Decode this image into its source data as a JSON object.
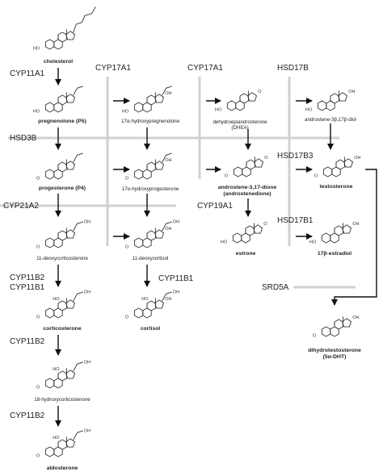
{
  "enzymes": {
    "cyp11a1": "CYP11A1",
    "cyp17a1_a": "CYP17A1",
    "cyp17a1_b": "CYP17A1",
    "hsd17b": "HSD17B",
    "hsd3b": "HSD3B",
    "hsd17b3": "HSD17B3",
    "cyp21a2": "CYP21A2",
    "cyp19a1": "CYP19A1",
    "hsd17b1": "HSD17B1",
    "cyp11b2_b1": "CYP11B2\nCYP11B1",
    "cyp11b1": "CYP11B1",
    "cyp11b2_a": "CYP11B2",
    "cyp11b2_b": "CYP11B2",
    "srd5a": "SRD5A"
  },
  "compounds": {
    "cholesterol": "cholesterol",
    "pregnenolone": "pregnenolone (P5)",
    "oh_pregnenolone": "17α-hydroxypregnenolone",
    "dhea": "dehydroepiandrosterone\n(DHEA)",
    "androstenediol": "androstene-3β,17β-diol",
    "progesterone": "progesterone (P4)",
    "oh_progesterone": "17α-hydroxyprogesterone",
    "androstenedione": "androstene-3,17-dione\n(androstenedione)",
    "testosterone": "testosterone",
    "deoxycorticosterone": "11-deoxycorticosterone",
    "deoxycortisol": "11-deoxycortisol",
    "estrone": "estrone",
    "estradiol": "17β-estradiol",
    "corticosterone": "corticosterone",
    "cortisol": "cortisol",
    "dht": "dihydrotestosterone\n(5α-DHT)",
    "oh_corticosterone": "18-hydroxycorticosterone",
    "aldosterone": "aldosterone"
  },
  "atom_labels": {
    "ho": "HO",
    "oh": "OH",
    "o": "O"
  },
  "colors": {
    "enzyme_band": "#d0d0d0",
    "structure": "#333333",
    "arrow": "#111111"
  }
}
